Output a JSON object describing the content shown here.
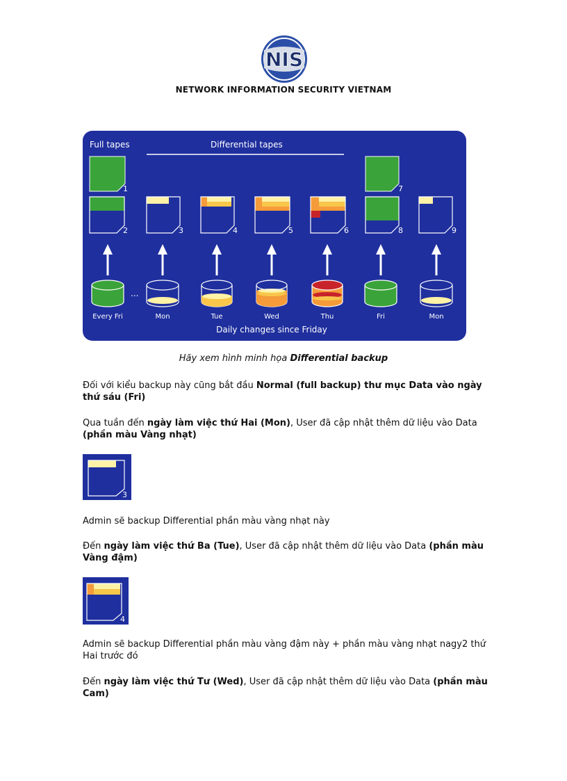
{
  "header": {
    "logo_text": "NIS",
    "org_name": "NETWORK INFORMATION SECURITY VIETNAM"
  },
  "diagram": {
    "full_tapes_label": "Full tapes",
    "differential_tapes_label": "Differential tapes",
    "ellipsis": "...",
    "footer_label": "Daily changes since Friday",
    "tape_numbers": [
      "1",
      "2",
      "3",
      "4",
      "5",
      "6",
      "7",
      "8",
      "9"
    ],
    "day_labels": [
      "Every Fri",
      "Mon",
      "Tue",
      "Wed",
      "Thu",
      "Fri",
      "Mon"
    ],
    "colors": {
      "background": "#1f2f9e",
      "green": "#3aa33a",
      "pale_yellow": "#fdf2a6",
      "deep_yellow": "#f8c64a",
      "orange": "#f59b3a",
      "red": "#c8232b"
    }
  },
  "caption": {
    "prefix": "Hãy xem hình minh họa ",
    "emphasis": "Differential backup"
  },
  "paragraphs": {
    "p1": {
      "a": "Đối với kiểu backup này cũng bắt đầu ",
      "b": "Normal (full backup) thư mục Data vào ngày thứ sáu (Fri)"
    },
    "p2": {
      "a": "Qua tuần đến ",
      "b": "ngày làm việc thứ Hai (Mon)",
      "c": ", User đã cập nhật thêm dữ liệu vào Data ",
      "d": "(phần màu Vàng nhạt)"
    },
    "p3": {
      "a": "Admin sẽ backup Differential phần màu vàng nhạt này"
    },
    "p4": {
      "a": "Đến ",
      "b": "ngày làm việc thứ Ba (Tue)",
      "c": ", User đã cập nhật thêm dữ liệu vào Data ",
      "d": "(phần màu Vàng đậm)"
    },
    "p5": {
      "a": "Admin sẽ backup Differential phần màu vàng đậm này + phần màu vàng nhạt nagy2 thứ Hai trước đó"
    },
    "p6": {
      "a": "Đến ",
      "b": "ngày làm việc thứ Tư (Wed)",
      "c": ", User đã cập nhật thêm dữ liệu vào Data ",
      "d": "(phần màu Cam)"
    }
  },
  "thumbnails": {
    "mon_tape_number": "3",
    "tue_tape_number": "4"
  }
}
